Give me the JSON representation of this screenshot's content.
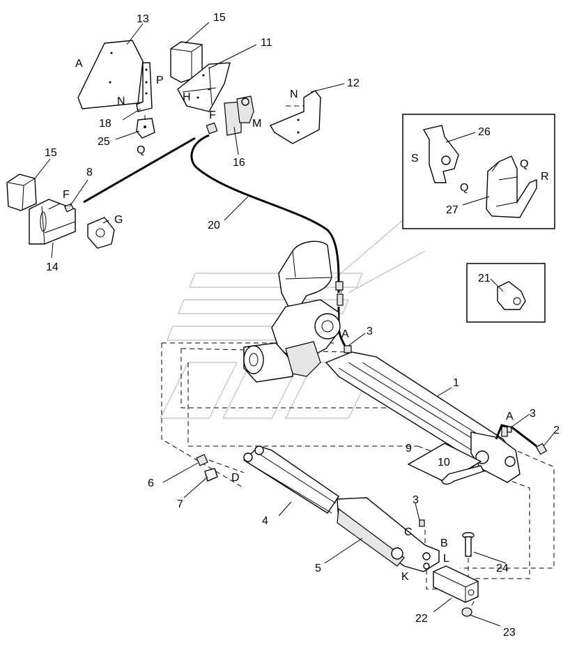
{
  "callouts": {
    "n1": "1",
    "n2": "2",
    "n3a": "3",
    "n3b": "3",
    "n3c": "3",
    "n4": "4",
    "n5": "5",
    "n6": "6",
    "n7": "7",
    "n8": "8",
    "n9": "9",
    "n10": "10",
    "n11": "11",
    "n12": "12",
    "n13": "13",
    "n14": "14",
    "n15a": "15",
    "n15b": "15",
    "n16": "16",
    "n18": "18",
    "n20": "20",
    "n21": "21",
    "n22": "22",
    "n23": "23",
    "n24": "24",
    "n25": "25",
    "n26": "26",
    "n27": "27"
  },
  "letters": {
    "A1": "A",
    "A2": "A",
    "A3": "A",
    "B": "B",
    "C": "C",
    "D": "D",
    "F1": "F",
    "F2": "F",
    "G": "G",
    "H": "H",
    "K": "K",
    "L": "L",
    "M": "M",
    "N1": "N",
    "N2": "N",
    "P": "P",
    "Q1": "Q",
    "Q2": "Q",
    "Q3": "Q",
    "R": "R",
    "S": "S"
  },
  "colors": {
    "line": "#000000",
    "watermark": "#bdbdbd",
    "background": "#ffffff"
  }
}
